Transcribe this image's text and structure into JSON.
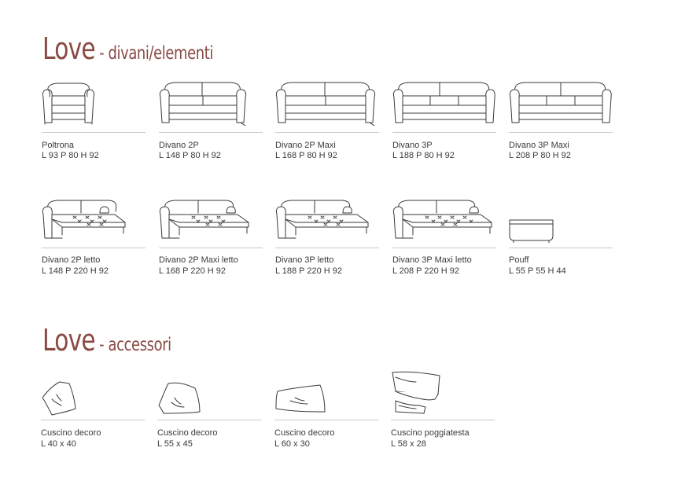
{
  "sections": [
    {
      "main": "Love",
      "sub": " - divani/elementi"
    },
    {
      "main": "Love",
      "sub": " - accessori"
    }
  ],
  "products": [
    {
      "name": "Poltrona",
      "dims": "L 93 P 80 H 92"
    },
    {
      "name": "Divano 2P",
      "dims": "L 148 P 80 H 92"
    },
    {
      "name": "Divano 2P Maxi",
      "dims": "L 168 P 80 H 92"
    },
    {
      "name": "Divano 3P",
      "dims": "L 188 P 80 H 92"
    },
    {
      "name": "Divano 3P Maxi",
      "dims": "L 208 P 80 H 92"
    },
    {
      "name": "Divano 2P letto",
      "dims": "L 148 P 220 H 92"
    },
    {
      "name": "Divano 2P Maxi letto",
      "dims": "L 168 P 220 H 92"
    },
    {
      "name": "Divano 3P letto",
      "dims": "L 188 P 220 H 92"
    },
    {
      "name": "Divano 3P Maxi letto",
      "dims": "L 208 P 220 H 92"
    },
    {
      "name": "Pouff",
      "dims": "L 55 P 55 H 44"
    }
  ],
  "accessories": [
    {
      "name": "Cuscino decoro",
      "dims": "L 40 x 40"
    },
    {
      "name": "Cuscino decoro",
      "dims": "L 55 x 45"
    },
    {
      "name": "Cuscino decoro",
      "dims": "L 60 x 30"
    },
    {
      "name": "Cuscino poggiatesta",
      "dims": "L 58 x 28"
    }
  ],
  "colors": {
    "title": "#8a4a44",
    "text": "#3a3a3a",
    "rule": "#c9c9c9"
  },
  "icons": [
    "armchair-icon",
    "sofa-icon",
    "sofa-bed-icon",
    "pouf-icon",
    "cushion-icon",
    "headrest-cushion-icon"
  ]
}
